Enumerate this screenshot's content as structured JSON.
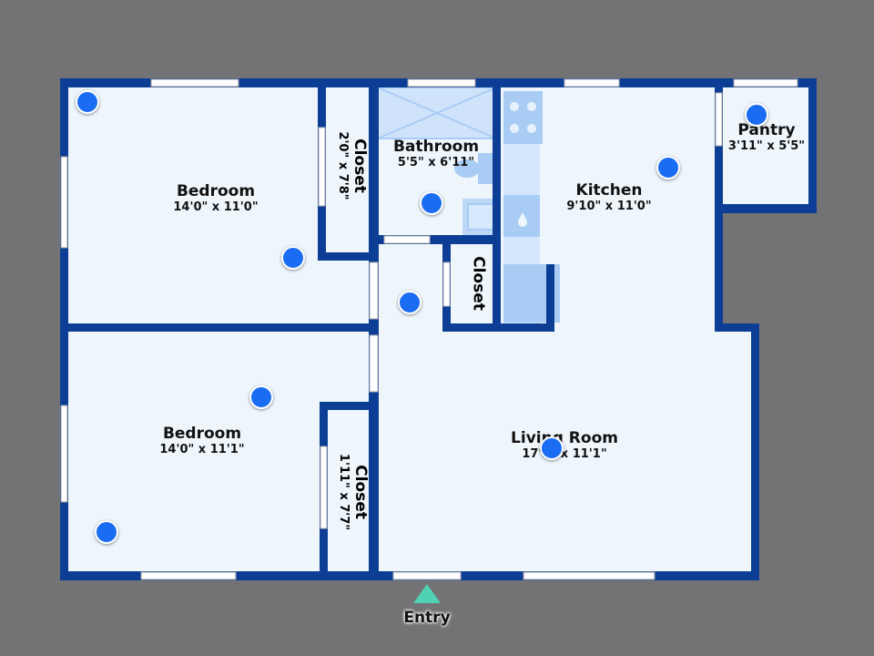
{
  "rooms": {
    "bedroom_top": {
      "name": "Bedroom",
      "dims": "14'0\" x 11'0\""
    },
    "closet_top": {
      "name": "Closet",
      "dims": "2'0\" x 7'8\""
    },
    "bathroom": {
      "name": "Bathroom",
      "dims": "5'5\" x 6'11\""
    },
    "closet_mid": {
      "name": "Closet"
    },
    "kitchen": {
      "name": "Kitchen",
      "dims": "9'10\" x 11'0\""
    },
    "pantry": {
      "name": "Pantry",
      "dims": "3'11\" x 5'5\""
    },
    "bedroom_bottom": {
      "name": "Bedroom",
      "dims": "14'0\" x 11'1\""
    },
    "closet_bottom": {
      "name": "Closet",
      "dims": "1'11\" x 7'7\""
    },
    "living_room": {
      "name": "Living Room",
      "dims": "17'5\" x 11'1\""
    }
  },
  "entry": {
    "label": "Entry"
  },
  "colors": {
    "wall": "#0d3e96",
    "floor": "#eef6fc",
    "background": "#737375",
    "fixture": "#a9ccf5",
    "pin": "#1a6df2",
    "entry_marker": "#4fd1b4"
  }
}
